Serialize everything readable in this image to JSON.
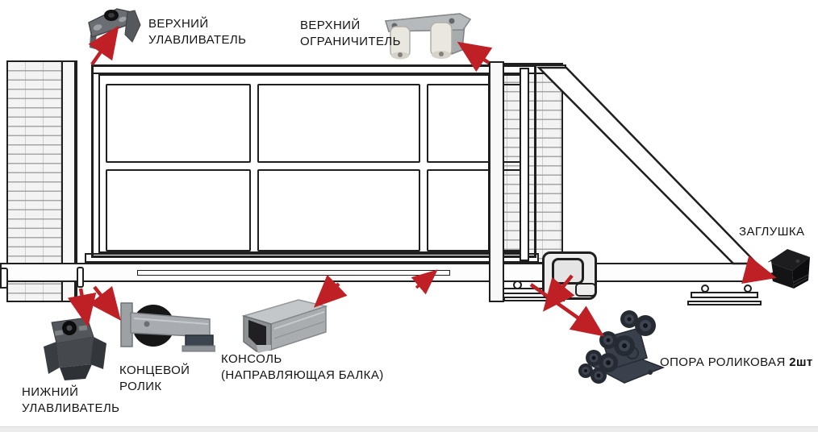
{
  "diagram_subject": "sliding-gate-components",
  "labels": {
    "upper_catcher": {
      "line1": "ВЕРХНИЙ",
      "line2": "УЛАВЛИВАТЕЛЬ"
    },
    "upper_limiter": {
      "line1": "ВЕРХНИЙ",
      "line2": "ОГРАНИЧИТЕЛЬ"
    },
    "end_cap": {
      "line1": "ЗАГЛУШКА"
    },
    "lower_catcher": {
      "line1": "НИЖНИЙ",
      "line2": "УЛАВЛИВАТЕЛЬ"
    },
    "end_roller": {
      "line1": "КОНЦЕВОЙ",
      "line2": "РОЛИК"
    },
    "console_beam": {
      "line1": "КОНСОЛЬ",
      "line2": "(НАПРАВЛЯЮЩАЯ БАЛКА)"
    },
    "roller_support": {
      "label": "ОПОРА РОЛИКОВАЯ",
      "qty": "2шт"
    }
  },
  "colors": {
    "arrow": "#bf2026",
    "line": "#1f1f1f",
    "brick_fill": "#f3f3f3",
    "metal_light": "#b3b7ba",
    "metal_mid": "#a8acb0",
    "part_dark_gray": "#53575b",
    "part_black": "#161618",
    "part_navy": "#3a414d",
    "roller_white": "#e9e7df"
  }
}
